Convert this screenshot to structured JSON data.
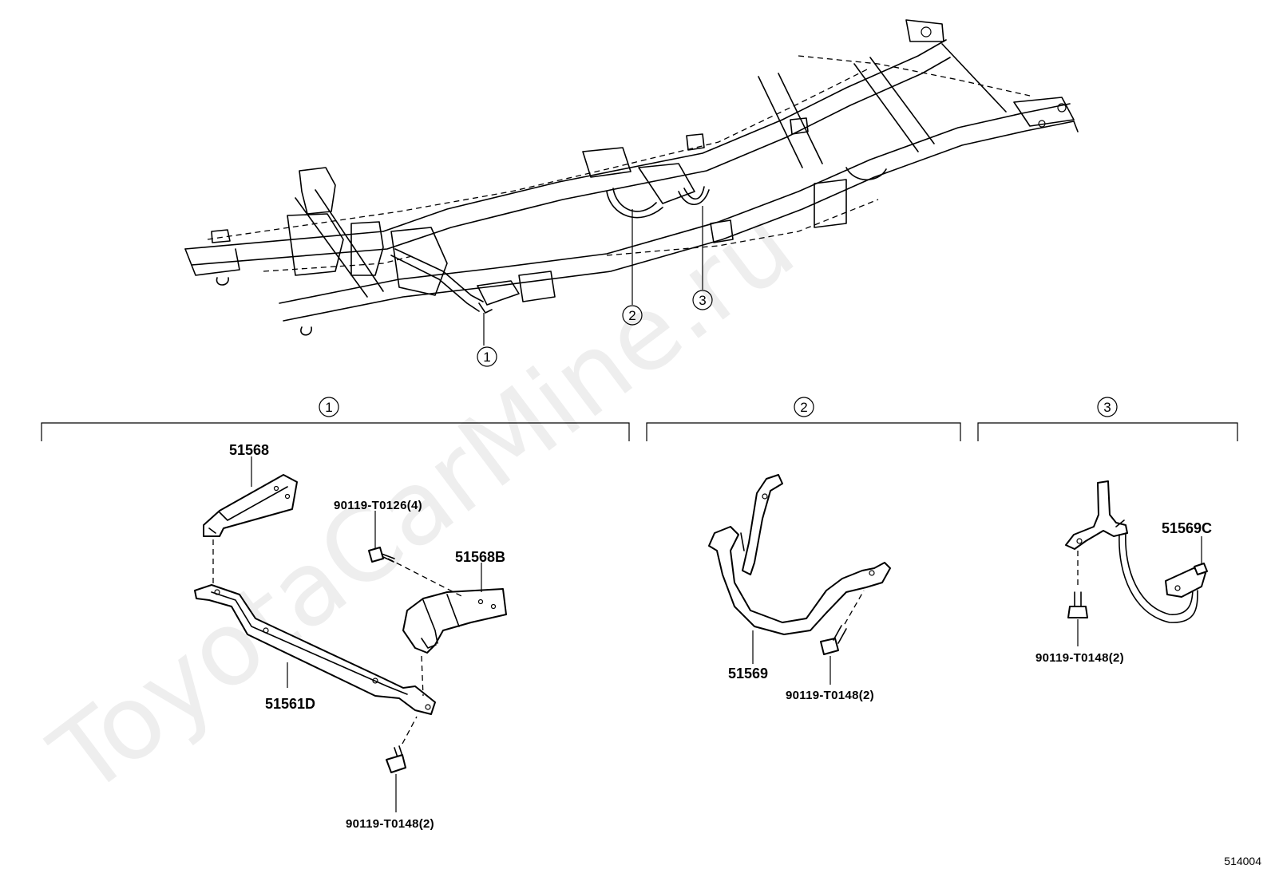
{
  "watermark": "ToyotaCarMine.ru",
  "diagram_code": "514004",
  "callouts": {
    "c1": "1",
    "c2": "2",
    "c3": "3"
  },
  "groups": {
    "g1": "1",
    "g2": "2",
    "g3": "3"
  },
  "parts": {
    "p51568": "51568",
    "p51568B": "51568B",
    "p51561D": "51561D",
    "p51569": "51569",
    "p51569C": "51569C"
  },
  "bolts": {
    "b_t0126": "90119-T0126(4)",
    "b_t0148_g1": "90119-T0148(2)",
    "b_t0148_g2": "90119-T0148(2)",
    "b_t0148_g3": "90119-T0148(2)"
  }
}
